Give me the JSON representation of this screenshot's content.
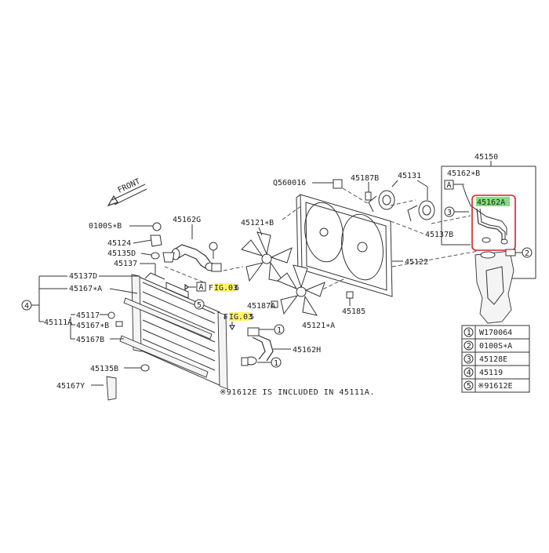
{
  "labels": {
    "front": "FRONT",
    "p45150": "45150",
    "p45162B": "45162∗B",
    "p45162A": "45162A",
    "p45137B": "45137B",
    "boxA_top": "A",
    "c3_top": "3",
    "c2_right": "2",
    "p45187B": "45187B",
    "p45131": "45131",
    "pQ560016": "Q560016",
    "p45122": "45122",
    "p45121B": "45121∗B",
    "p45121A": "45121∗A",
    "p45162G": "45162G",
    "p0100SB": "0100S∗B",
    "p45124": "45124",
    "p45135D": "45135D",
    "p45137": "45137",
    "p45137D": "45137D",
    "p45167A": "45167∗A",
    "c4_left": "4",
    "p45111A": "45111A",
    "p45117": "45117",
    "p45167B_star": "45167∗B",
    "p45167B": "45167B",
    "p45135B": "45135B",
    "p45167Y": "45167Y",
    "boxA_mid": "A",
    "fig036_pre": "F",
    "fig036_hl": "IG.03",
    "fig036_post": "6",
    "fig035_pre": "F",
    "fig035_hl": "IG.03",
    "fig035_post": "5",
    "c5_mid": "5",
    "p45187A": "45187A",
    "p45185": "45185",
    "c1_mid": "1",
    "c1_low": "1",
    "p45162H": "45162H",
    "note": "※91612E IS INCLUDED IN 45111A."
  },
  "legend": [
    {
      "num": "1",
      "code": "W170064"
    },
    {
      "num": "2",
      "code": "0100S∗A"
    },
    {
      "num": "3",
      "code": "45128E"
    },
    {
      "num": "4",
      "code": "45119"
    },
    {
      "num": "5",
      "code": "※91612E"
    }
  ],
  "colors": {
    "highlight_yellow": "#fff36b",
    "highlight_green": "#7ee07a",
    "callout_box": "#d42020"
  }
}
